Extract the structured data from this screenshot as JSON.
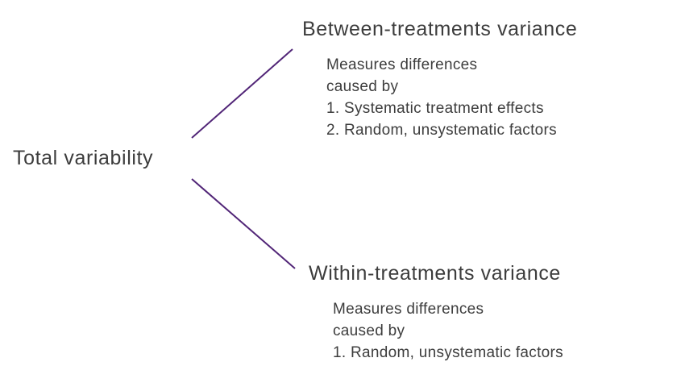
{
  "diagram": {
    "root_label": "Total variability",
    "colors": {
      "line_color": "#512577",
      "text_color": "#3d3d3d",
      "background": "#ffffff"
    },
    "branches": [
      {
        "title": "Between-treatments variance",
        "lines": [
          "Measures differences",
          "caused by",
          "1. Systematic treatment effects",
          "2. Random, unsystematic factors"
        ]
      },
      {
        "title": "Within-treatments variance",
        "lines": [
          "Measures differences",
          "caused by",
          "1. Random, unsystematic factors"
        ]
      }
    ]
  }
}
